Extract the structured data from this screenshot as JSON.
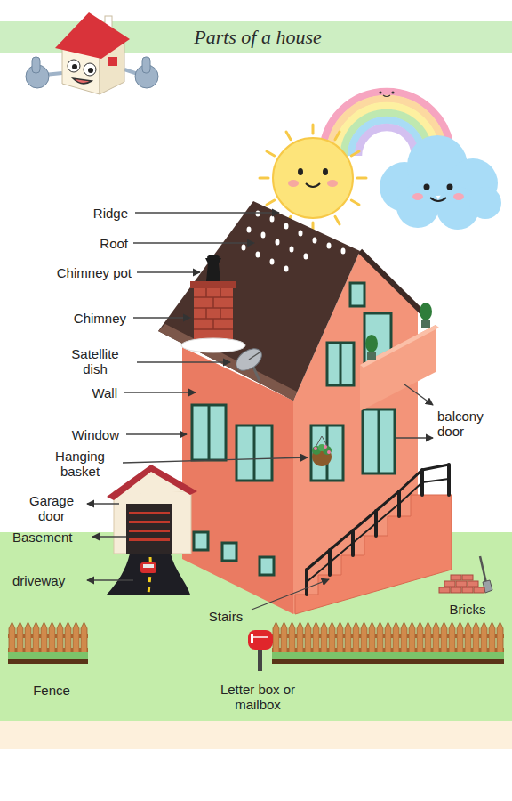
{
  "diagram": {
    "title": "Parts of a house",
    "labels": [
      "Ridge",
      "Roof",
      "Chimney pot",
      "Chimney",
      "Satellite dish",
      "Wall",
      "Window",
      "Hanging basket",
      "Garage door",
      "Basement",
      "driveway",
      "balcony door",
      "Stairs",
      "Bricks",
      "Fence",
      "Letter box or mailbox"
    ]
  }
}
